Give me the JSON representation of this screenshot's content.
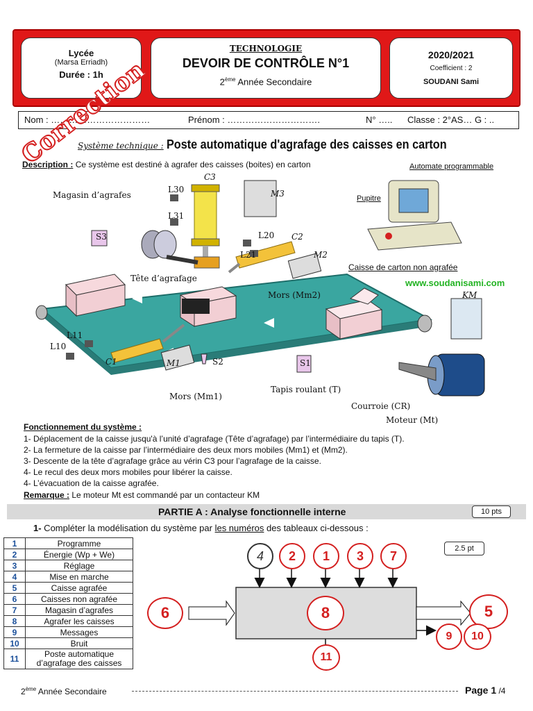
{
  "header": {
    "left": {
      "lycee": "Lycée",
      "place": "(Marsa Erriadh)",
      "duree": "Durée : 1h"
    },
    "mid": {
      "subject": "TECHNOLOGIE",
      "title": "DEVOIR DE CONTRÔLE N°1",
      "level_num": "2",
      "level_sup": "ème",
      "level_rest": " Année Secondaire"
    },
    "right": {
      "year": "2020/2021",
      "coef": "Coefficient : 2",
      "author": "SOUDANI Sami"
    }
  },
  "namerow": {
    "nom": "Nom : ……………………………",
    "prenom": "Prénom : ………………………….",
    "numero": "N° …..",
    "classe": "Classe : 2°AS… G : .."
  },
  "watermark": "Correction",
  "system": {
    "label": "Système technique :",
    "title": "Poste automatique d'agrafage des caisses en carton"
  },
  "description": {
    "label": "Description :",
    "text": "Ce système est destiné à agrafer des caisses (boites) en carton"
  },
  "diagram": {
    "magasin": "Magasin d’agrafes",
    "tete": "Tête d’agrafage",
    "l30": "L30",
    "l31": "L31",
    "c3": "C3",
    "m3": "M3",
    "l20": "L20",
    "l21": "L21",
    "c2": "C2",
    "m2": "M2",
    "s3": "S3",
    "s2": "S2",
    "s1": "S1",
    "l11": "L11",
    "l10": "L10",
    "c1": "C1",
    "m1": "M1",
    "mm2": "Mors (Mm2)",
    "mm1": "Mors (Mm1)",
    "automate": "Automate programmable",
    "pupitre": "Pupitre",
    "caisse_non": "Caisse de carton non agrafée",
    "website": "www.soudanisami.com",
    "km": "KM",
    "tapis": "Tapis roulant (T)",
    "courroie": "Courroie (CR)",
    "moteur": "Moteur (Mt)"
  },
  "fonctionnement": {
    "title": "Fonctionnement du système :",
    "steps": [
      "1- Déplacement de la caisse jusqu'à l’unité d’agrafage (Tête d’agrafage) par l’intermédiaire du tapis (T).",
      "2- La fermeture de la caisse par l’intermédiaire des deux mors mobiles (Mm1) et (Mm2).",
      "3- Descente de la tête d’agrafage grâce au vérin C3 pour l’agrafage de la caisse.",
      "4- Le recul des deux mors mobiles pour libérer la caisse.",
      "4- L’évacuation de la caisse agrafée."
    ],
    "remarque_label": "Remarque :",
    "remarque_text": " Le moteur Mt est commandé par un contacteur KM"
  },
  "partA": {
    "title": "PARTIE A : Analyse fonctionnelle interne",
    "points": "10 pts"
  },
  "question1": {
    "num": "1-",
    "text_a": " Compléter la modélisation du système par ",
    "text_u": "les numéros",
    "text_b": " des tableaux ci-dessous :",
    "points": "2.5 pt"
  },
  "legend": [
    {
      "n": "1",
      "t": "Programme"
    },
    {
      "n": "2",
      "t": "Énergie (Wp + We)"
    },
    {
      "n": "3",
      "t": "Réglage"
    },
    {
      "n": "4",
      "t": "Mise en marche"
    },
    {
      "n": "5",
      "t": "Caisse agrafée"
    },
    {
      "n": "6",
      "t": "Caisses non agrafée"
    },
    {
      "n": "7",
      "t": "Magasin d’agrafes"
    },
    {
      "n": "8",
      "t": "Agrafer les caisses"
    },
    {
      "n": "9",
      "t": "Messages"
    },
    {
      "n": "10",
      "t": "Bruit"
    },
    {
      "n": "11",
      "t": "Poste automatique d’agrafage des caisses"
    }
  ],
  "model": {
    "top": [
      "4",
      "2",
      "1",
      "3",
      "7"
    ],
    "input": "6",
    "center": "8",
    "output": "5",
    "out2a": "9",
    "out2b": "10",
    "bottom": "11"
  },
  "footer": {
    "level_num": "2",
    "level_sup": "ème",
    "level_rest": " Année Secondaire",
    "page": "Page 1",
    "total": " /4"
  },
  "colors": {
    "header_red": "#e01818",
    "answer_red": "#d42020",
    "number_blue": "#1a4f9a",
    "conveyor": "#3aa6a0"
  }
}
